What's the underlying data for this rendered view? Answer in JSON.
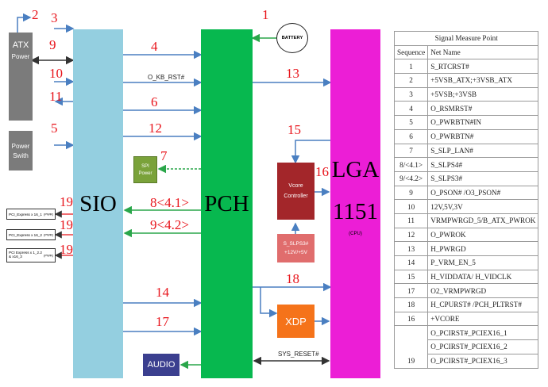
{
  "blocks": {
    "atx": {
      "line1": "ATX",
      "line2": "Power"
    },
    "power_switch": {
      "line1": "Power",
      "line2": "Swith"
    },
    "sio": "SIO",
    "pch": "PCH",
    "lga": {
      "line1": "LGA",
      "line2": "1151",
      "sub": "(CPU)"
    },
    "battery": "BATTERY",
    "spi": {
      "line1": "SPI",
      "line2": "Power"
    },
    "vcore": {
      "line1": "Vcore",
      "line2": "Controller"
    },
    "slps": {
      "line1": "S_SLPS3#",
      "line2": "+12V/+5V"
    },
    "xdp": "XDP",
    "audio": "AUDIO",
    "pcie": [
      {
        "text": "PCI_Express x 16_1",
        "power": "(PWR)"
      },
      {
        "text": "PCI_Express x 16_2",
        "power": "(PWR)"
      },
      {
        "text": "PCI Express x 1_2.2 & x16_3",
        "power": "(PWR)"
      }
    ]
  },
  "labels": {
    "n1": "1",
    "n2": "2",
    "n3": "3",
    "n4": "4",
    "n5": "5",
    "n6": "6",
    "n7": "7",
    "n9": "9",
    "n10": "10",
    "n11": "11",
    "n12": "12",
    "n13": "13",
    "n14": "14",
    "n15": "15",
    "n16": "16",
    "n17": "17",
    "n18": "18",
    "n19a": "19",
    "n19b": "19",
    "n19c": "19",
    "n8": "8<4.1>",
    "n9b": "9<4.2>",
    "kb_rst": "O_KB_RST#",
    "sys_reset": "SYS_RESET#"
  },
  "table": {
    "title": "Signal Measure Point",
    "headers": [
      "Sequence",
      "Net Name"
    ],
    "rows": [
      {
        "seq": "1",
        "name": "S_RTCRST#"
      },
      {
        "seq": "2",
        "name": "+5VSB_ATX;+3VSB_ATX"
      },
      {
        "seq": "3",
        "name": "+5VSB;+3VSB"
      },
      {
        "seq": "4",
        "name": "O_RSMRST#"
      },
      {
        "seq": "5",
        "name": "O_PWRBTN#IN"
      },
      {
        "seq": "6",
        "name": "O_PWRBTN#"
      },
      {
        "seq": "7",
        "name": "S_SLP_LAN#"
      },
      {
        "seq": "8/<4.1>",
        "name": "S_SLPS4#"
      },
      {
        "seq": "9/<4.2>",
        "name": "S_SLPS3#"
      },
      {
        "seq": "9",
        "name": "O_PSON# /O3_PSON#"
      },
      {
        "seq": "10",
        "name": "12V,5V,3V"
      },
      {
        "seq": "11",
        "name": "VRMPWRGD_5/B_ATX_PWROK"
      },
      {
        "seq": "12",
        "name": "O_PWROK"
      },
      {
        "seq": "13",
        "name": "H_PWRGD"
      },
      {
        "seq": "14",
        "name": "P_VRM_EN_5"
      },
      {
        "seq": "15",
        "name": "H_VIDDATA/ H_VIDCLK"
      },
      {
        "seq": "17",
        "name": "O2_VRMPWRGD"
      },
      {
        "seq": "18",
        "name": "H_CPURST# /PCH_PLTRST#"
      },
      {
        "seq": "16",
        "name": "+VCORE"
      }
    ],
    "last_seq": "19",
    "last_names": [
      "O_PCIRST#_PCIEX16_1",
      "O_PCIRST#_PCIEX16_2",
      "O_PCIRST#_PCIEX16_3"
    ]
  },
  "colors": {
    "atx": "#7b7b7b",
    "sio": "#94cfe0",
    "pch": "#07b84f",
    "lga": "#ec1ed6",
    "blue_wire": "#4a7fc1",
    "green_wire": "#2aa64a",
    "red_label": "#e8141b",
    "vcore": "#a3262a",
    "xdp": "#f5731a",
    "audio": "#3b3f8f",
    "spi": "#7aa23a"
  }
}
